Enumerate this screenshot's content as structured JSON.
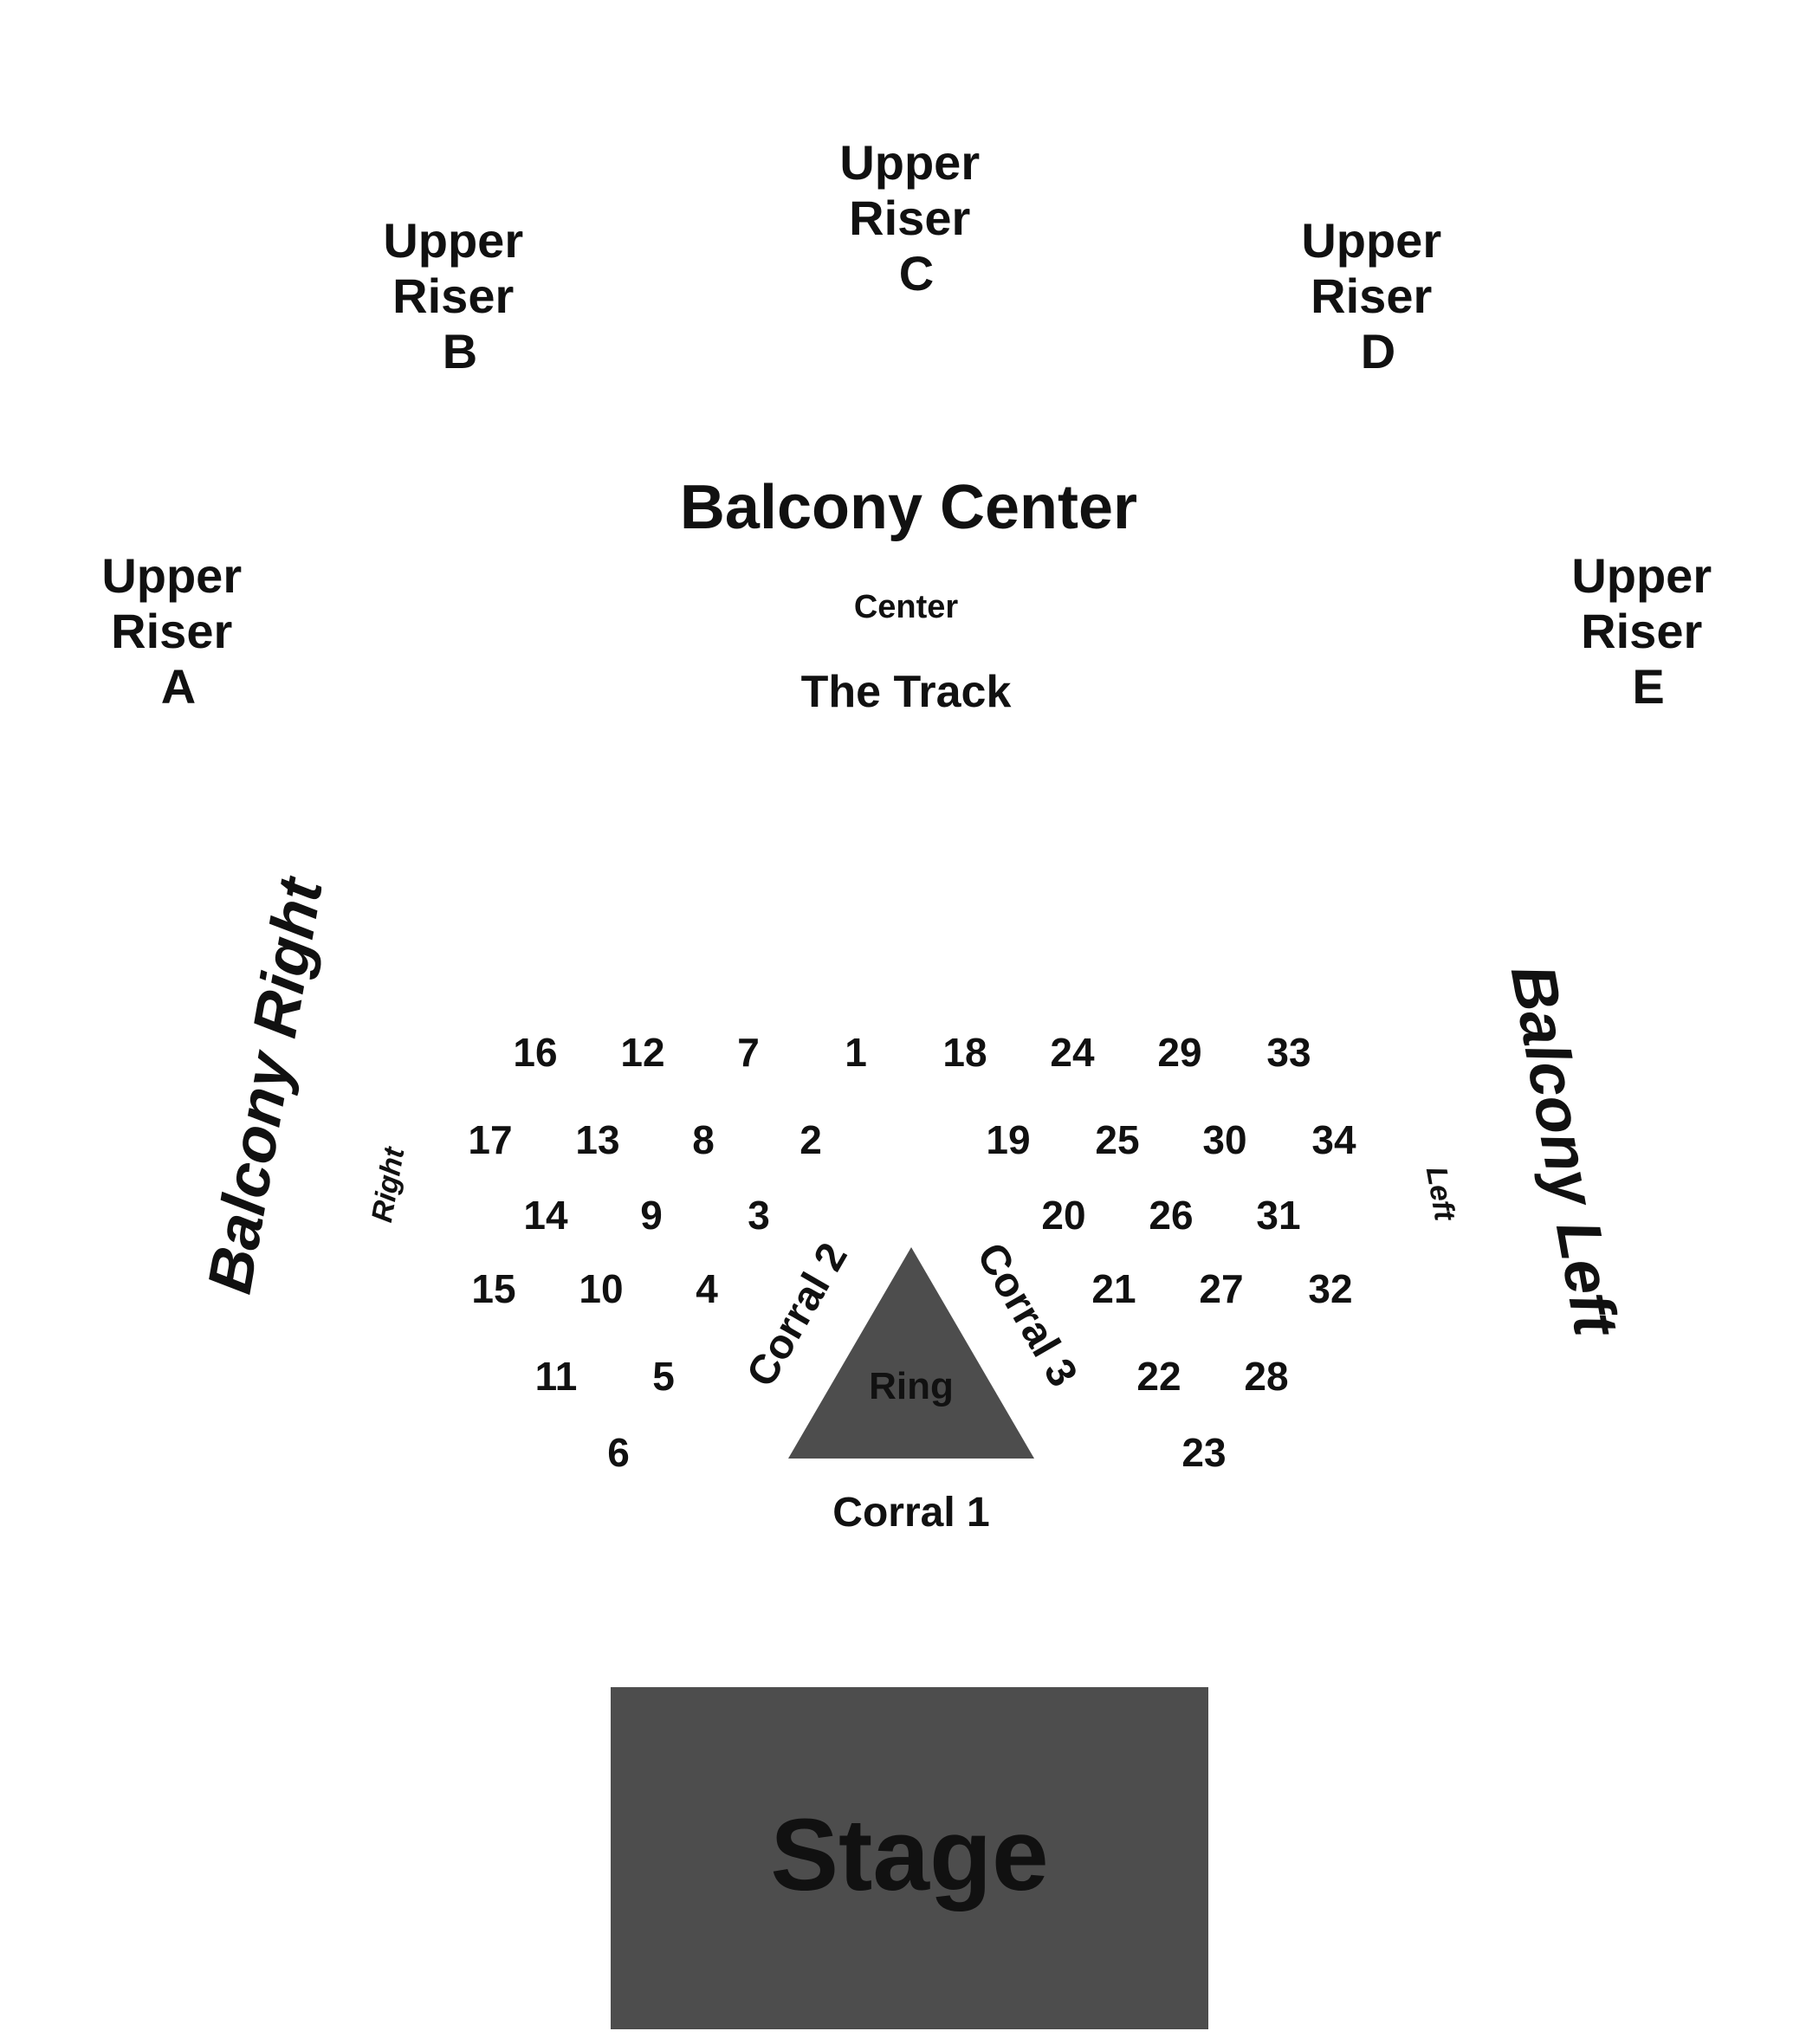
{
  "colors": {
    "background": "#ffffff",
    "text": "#111111",
    "stage_fill": "#4d4d4d",
    "ring_fill": "#4d4d4d",
    "shape_text": "#f2f2f2"
  },
  "upper_risers": {
    "a": [
      "Upper",
      "Riser",
      "A"
    ],
    "b": [
      "Upper",
      "Riser",
      "B"
    ],
    "c": [
      "Upper",
      "Riser",
      "C"
    ],
    "d": [
      "Upper",
      "Riser",
      "D"
    ],
    "e": [
      "Upper",
      "Riser",
      "E"
    ]
  },
  "balcony": {
    "center": "Balcony Center",
    "right": "Balcony Right",
    "left": "Balcony Left"
  },
  "labels": {
    "center": "Center",
    "track": "The Track",
    "right": "Right",
    "left": "Left"
  },
  "corrals": {
    "one": "Corral 1",
    "two": "Corral 2",
    "three": "Corral 3"
  },
  "ring": "Ring",
  "stage": "Stage",
  "sections": [
    "1",
    "2",
    "3",
    "4",
    "5",
    "6",
    "7",
    "8",
    "9",
    "10",
    "11",
    "12",
    "13",
    "14",
    "15",
    "16",
    "17",
    "18",
    "19",
    "20",
    "21",
    "22",
    "23",
    "24",
    "25",
    "26",
    "27",
    "28",
    "29",
    "30",
    "31",
    "32",
    "33",
    "34"
  ]
}
